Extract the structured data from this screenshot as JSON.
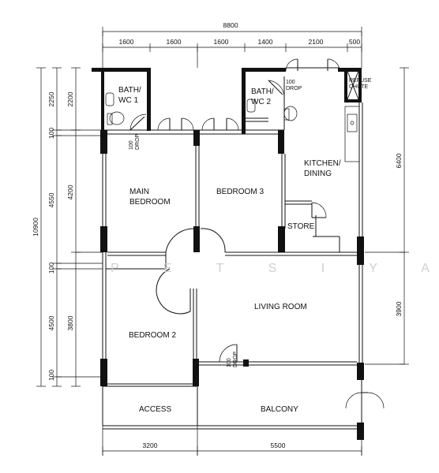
{
  "dimensions": {
    "total_width": "8800",
    "top_segments": [
      "1600",
      "1600",
      "1600",
      "1400",
      "2100",
      "500"
    ],
    "bottom_segments": [
      "3200",
      "5500"
    ],
    "total_height": "10900",
    "left_outer": [
      "2250",
      "100",
      "4550",
      "100",
      "4500",
      "100"
    ],
    "left_inner": [
      "2200",
      "4200",
      "3800"
    ],
    "right_segments": [
      "6400",
      "3900"
    ]
  },
  "rooms": {
    "bath_wc_1": [
      "BATH/",
      "WC  1"
    ],
    "bath_wc_2": [
      "BATH/",
      "WC  2"
    ],
    "main_bedroom": [
      "MAIN",
      "BEDROOM"
    ],
    "bedroom_3": "BEDROOM  3",
    "kitchen_dining": [
      "KITCHEN/",
      "DINING"
    ],
    "store": "STORE",
    "living_room": "LIVING ROOM",
    "bedroom_2": "BEDROOM  2",
    "access": "ACCESS",
    "balcony": "BALCONY",
    "refuse_chute": [
      "REFUSE",
      "CHUTE"
    ]
  },
  "drops": {
    "drop_wc1": [
      "100",
      "DROP"
    ],
    "drop_wc2": [
      "100",
      "DROP"
    ],
    "drop_living": [
      "100",
      "DROP"
    ]
  },
  "watermark": "P E T S I Y A"
}
